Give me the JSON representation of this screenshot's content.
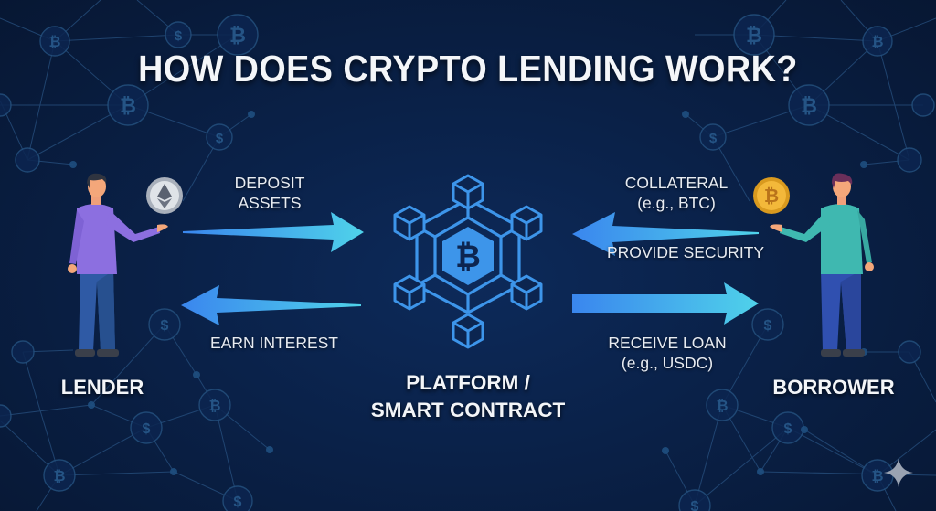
{
  "title": "HOW DOES CRYPTO LENDING WORK?",
  "colors": {
    "background": "#0a2148",
    "arrow_light": "#4fd2ea",
    "arrow_blue": "#3c8ff0",
    "platform_blue": "#3d95ea",
    "lender_shirt": "#8c6fe0",
    "borrower_shirt": "#3fb8b0",
    "pants": "#3057a6",
    "bitcoin_coin": "#f0b432",
    "eth_coin": "#c8cdd4"
  },
  "lender": {
    "label": "LENDER",
    "coin_icon": "ethereum-coin-icon"
  },
  "borrower": {
    "label": "BORROWER",
    "coin_icon": "bitcoin-coin-icon"
  },
  "platform": {
    "line1": "PLATFORM /",
    "line2": "SMART CONTRACT",
    "icon": "blockchain-hexagon-bitcoin-icon"
  },
  "flows": {
    "deposit": {
      "line1": "DEPOSIT",
      "line2": "ASSETS",
      "direction": "lender-to-platform"
    },
    "earn": {
      "label": "EARN INTEREST",
      "direction": "platform-to-lender"
    },
    "collateral": {
      "line1": "COLLATERAL",
      "line2": "(e.g., BTC)",
      "sub": "PROVIDE SECURITY",
      "direction": "borrower-to-platform"
    },
    "loan": {
      "line1": "RECEIVE LOAN",
      "line2": "(e.g., USDC)",
      "direction": "platform-to-borrower"
    }
  },
  "background_icons": [
    "bitcoin-node-icon",
    "dollar-node-icon",
    "usdc-node-icon"
  ],
  "watermark_icon": "sparkle-icon"
}
